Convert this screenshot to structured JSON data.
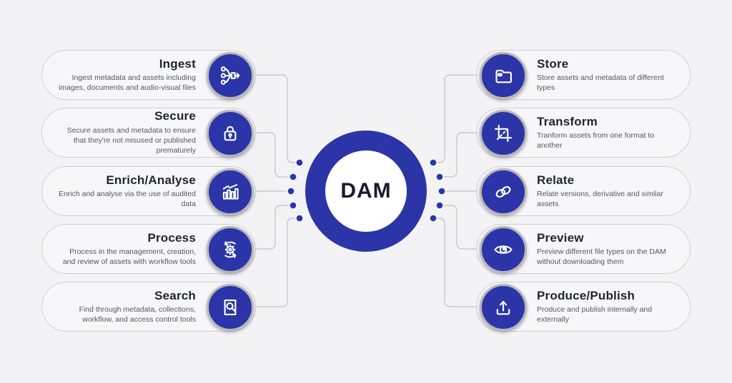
{
  "center": {
    "label": "DAM"
  },
  "colors": {
    "background": "#f3f3f5",
    "pill_fill": "#f7f7f9",
    "pill_border": "#d2d2d7",
    "primary": "#2b35a8",
    "ring_gray": "#b7b7ba",
    "title_text": "#22242f",
    "desc_text": "#55565e",
    "connector": "#c9c9cd"
  },
  "items": [
    {
      "side": "left",
      "icon": "ingest-icon",
      "title": "Ingest",
      "description": "Ingest metadata and assets including images, documents and audio-visual files"
    },
    {
      "side": "left",
      "icon": "secure-icon",
      "title": "Secure",
      "description": "Secure assets and metadata to ensure that they're not misused or published prematurely"
    },
    {
      "side": "left",
      "icon": "analyse-icon",
      "title": "Enrich/Analyse",
      "description": "Enrich and analyse via the use of audited data"
    },
    {
      "side": "left",
      "icon": "process-icon",
      "title": "Process",
      "description": "Process in the management, creation, and review of assets with workflow tools"
    },
    {
      "side": "left",
      "icon": "search-icon",
      "title": "Search",
      "description": "Find through metadata, collections, workflow, and access control tools"
    },
    {
      "side": "right",
      "icon": "store-icon",
      "title": "Store",
      "description": "Store assets and metadata of different types"
    },
    {
      "side": "right",
      "icon": "transform-icon",
      "title": "Transform",
      "description": "Tranform assets from one format to another"
    },
    {
      "side": "right",
      "icon": "relate-icon",
      "title": "Relate",
      "description": "Relate versions, derivative and similar assets"
    },
    {
      "side": "right",
      "icon": "preview-icon",
      "title": "Preview",
      "description": "Preview different file types on the DAM without downloading them"
    },
    {
      "side": "right",
      "icon": "publish-icon",
      "title": "Produce/Publish",
      "description": "Produce and publish internally and externally"
    }
  ]
}
